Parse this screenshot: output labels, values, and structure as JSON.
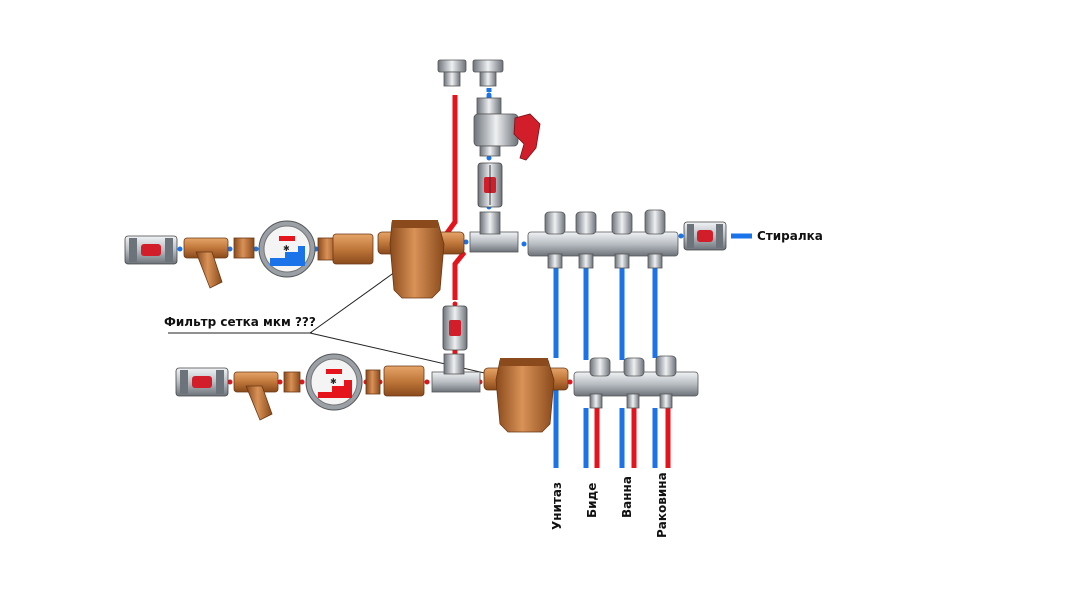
{
  "labels": {
    "filter_note": "Фильтр сетка мкм ???",
    "washer": "Стиралка",
    "outlets": [
      "Унитаз",
      "Биде",
      "Ванна",
      "Раковина"
    ]
  },
  "colors": {
    "cold": "#1a73e8",
    "hot": "#e5131c",
    "brass": "#c0773a",
    "brass_dark": "#8a4a1c",
    "chrome": "#b9bec3",
    "chrome_dark": "#6d737a",
    "valve_red": "#d21e2b"
  },
  "icons": [
    "ball-valve-icon",
    "y-strainer-icon",
    "water-meter-icon",
    "pressure-reducer-icon",
    "tee-fitting-icon",
    "manifold-icon",
    "safety-valve-icon",
    "fitting-nut-icon"
  ]
}
